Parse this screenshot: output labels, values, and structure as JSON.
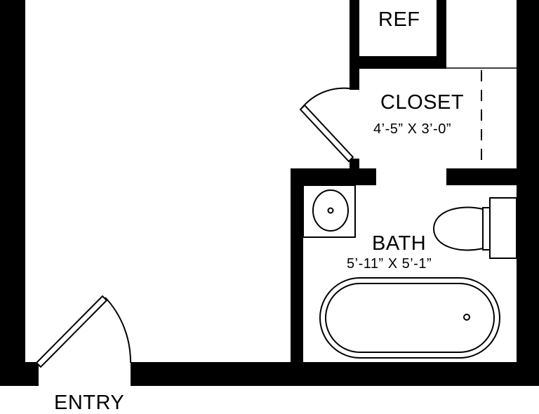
{
  "colors": {
    "wall": "#000000",
    "background": "#ffffff"
  },
  "rooms": {
    "ref": {
      "label": "REF"
    },
    "closet": {
      "label": "CLOSET",
      "dimensions": "4’-5” X 3’-0”"
    },
    "bath": {
      "label": "BATH",
      "dimensions": "5’-11” X 5’-1”"
    },
    "entry": {
      "label": "ENTRY"
    }
  },
  "fixtures": [
    "sink-icon",
    "toilet-icon",
    "bathtub-icon",
    "door-swing-icon"
  ]
}
